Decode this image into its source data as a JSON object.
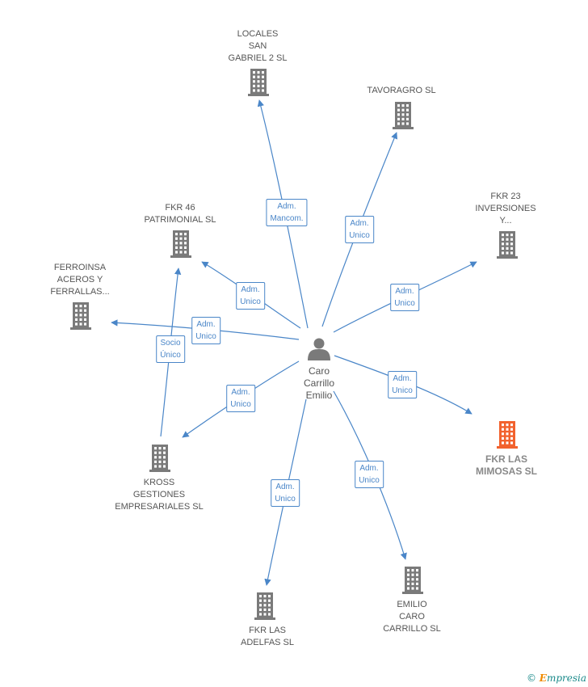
{
  "center": {
    "lines": [
      "Caro",
      "Carrillo",
      "Emilio"
    ]
  },
  "nodes": [
    {
      "id": "locales",
      "lines": [
        "LOCALES",
        "SAN",
        "GABRIEL 2  SL"
      ],
      "highlight": false
    },
    {
      "id": "tavoragro",
      "lines": [
        "TAVORAGRO SL"
      ],
      "highlight": false
    },
    {
      "id": "fkr23",
      "lines": [
        "FKR 23",
        "INVERSIONES",
        "Y..."
      ],
      "highlight": false
    },
    {
      "id": "fkr46",
      "lines": [
        "FKR 46",
        "PATRIMONIAL SL"
      ],
      "highlight": false
    },
    {
      "id": "ferroinsa",
      "lines": [
        "FERROINSA",
        "ACEROS Y",
        "FERRALLAS..."
      ],
      "highlight": false
    },
    {
      "id": "mimosas",
      "lines": [
        "FKR LAS",
        "MIMOSAS  SL"
      ],
      "highlight": true
    },
    {
      "id": "kross",
      "lines": [
        "KROSS",
        "GESTIONES",
        "EMPRESARIALES SL"
      ],
      "highlight": false
    },
    {
      "id": "adelfas",
      "lines": [
        "FKR LAS",
        "ADELFAS  SL"
      ],
      "highlight": false
    },
    {
      "id": "emilio",
      "lines": [
        "EMILIO",
        "CARO",
        "CARRILLO SL"
      ],
      "highlight": false
    }
  ],
  "edges": [
    {
      "to": "locales",
      "lines": [
        "Adm.",
        "Mancom."
      ]
    },
    {
      "to": "tavoragro",
      "lines": [
        "Adm.",
        "Unico"
      ]
    },
    {
      "to": "fkr23",
      "lines": [
        "Adm.",
        "Unico"
      ]
    },
    {
      "to": "fkr46",
      "lines": [
        "Adm.",
        "Unico"
      ]
    },
    {
      "to": "ferroinsa",
      "lines": [
        "Adm.",
        "Unico"
      ]
    },
    {
      "to": "mimosas",
      "lines": [
        "Adm.",
        "Unico"
      ]
    },
    {
      "to": "kross",
      "lines": [
        "Adm.",
        "Unico"
      ]
    },
    {
      "to": "adelfas",
      "lines": [
        "Adm.",
        "Unico"
      ]
    },
    {
      "to": "emilio",
      "lines": [
        "Adm.",
        "Unico"
      ]
    },
    {
      "from": "kross",
      "to": "fkr46",
      "lines": [
        "Socio",
        "Único"
      ]
    }
  ],
  "colors": {
    "edge": "#4a86c8",
    "building": "#7a7a7a",
    "highlight": "#f2622e",
    "person": "#7a7a7a"
  },
  "brand": {
    "copyright": "©",
    "initial": "E",
    "rest": "mpresia"
  }
}
